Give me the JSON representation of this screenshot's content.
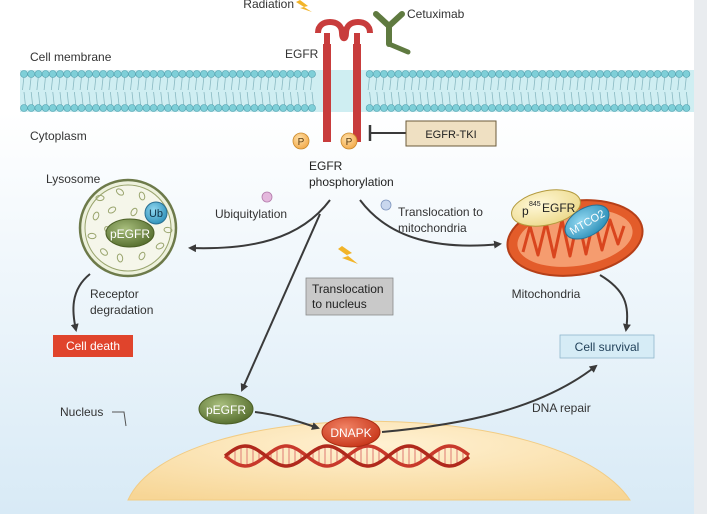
{
  "labels": {
    "radiation": "Radiation",
    "cetuximab": "Cetuximab",
    "cell_membrane": "Cell membrane",
    "egfr": "EGFR",
    "cytoplasm": "Cytoplasm",
    "phospho_p": "P",
    "egfr_tki": "EGFR-TKI",
    "egfr_phosphorylation_line1": "EGFR",
    "egfr_phosphorylation_line2": "phosphorylation",
    "lysosome": "Lysosome",
    "ub": "Ub",
    "pegfr": "pEGFR",
    "ubiquitylation": "Ubiquitylation",
    "translocation_mito_line1": "Translocation to",
    "translocation_mito_line2": "mitochondria",
    "p845_superscript": "845",
    "p845_main": "EGFR",
    "p845_prefix": "p",
    "mtco2": "MTCO2",
    "mitochondria": "Mitochondria",
    "translocation_nucleus_line1": "Translocation",
    "translocation_nucleus_line2": "to nucleus",
    "receptor_degradation_line1": "Receptor",
    "receptor_degradation_line2": "degradation",
    "cell_death": "Cell death",
    "cell_survival": "Cell survival",
    "nucleus": "Nucleus",
    "dna_repair": "DNA repair",
    "nuclear_pegfr": "pEGFR",
    "dnapk": "DNAPK"
  },
  "colors": {
    "membrane": "#7ecfd8",
    "receptor": "#c83c3c",
    "cytoplasm_top": "#ffffff",
    "cytoplasm_bottom": "#dfeef8",
    "nucleus": "#fbe3b0",
    "cell_death": "#e0442c",
    "cell_survival": "#d6ecf6",
    "tki_box": "#efe0c2",
    "nucleus_box": "#c9c9c9",
    "pegfr": "#6f8a43",
    "dnapk": "#e34a2e",
    "mito": "#e35c2a",
    "mtco2": "#3aa4c9"
  }
}
